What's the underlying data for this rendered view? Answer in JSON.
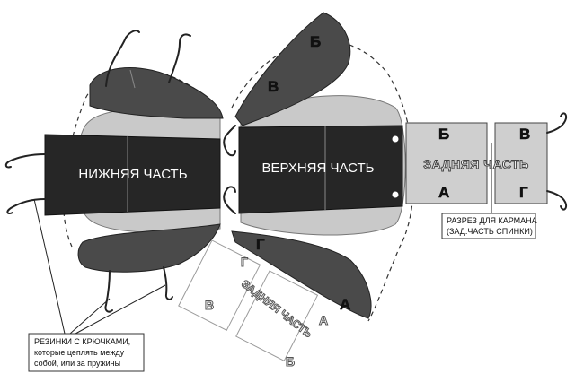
{
  "labels": {
    "lower_part": "НИЖНЯЯ ЧАСТЬ",
    "upper_part": "ВЕРХНЯЯ ЧАСТЬ",
    "back_part": "ЗАДНЯЯ ЧАСТЬ",
    "back_part_rotated": "ЗАДНЯЯ ЧАСТЬ"
  },
  "letters": {
    "b": "Б",
    "v": "В",
    "a": "А",
    "g": "Г"
  },
  "notes": {
    "hooks_line1": "РЕЗИНКИ С КРЮЧКАМИ,",
    "hooks_line2": "которые цеплять  между",
    "hooks_line3": "собой, или за пружины",
    "pocket_line1": "РАЗРЕЗ ДЛЯ КАРМАНА",
    "pocket_line2": "(ЗАД.ЧАСТЬ СПИНКИ)"
  },
  "colors": {
    "dark_panel": "#4a4a4a",
    "light_panel": "#c9c9c9",
    "black_panel": "#262626"
  }
}
